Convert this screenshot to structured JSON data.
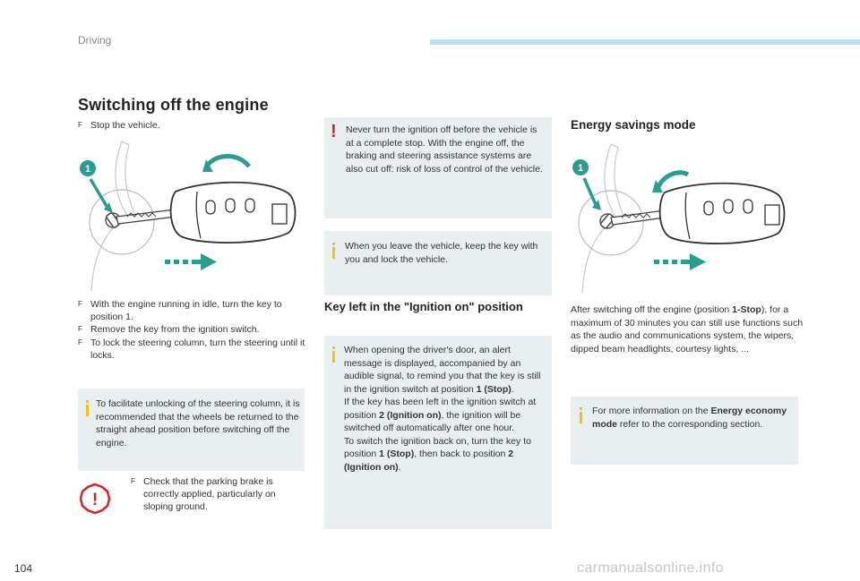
{
  "header": {
    "section": "Driving"
  },
  "title": "Switching off the engine",
  "col1": {
    "bullet_stop": "Stop the vehicle.",
    "bullets": [
      "With the engine running in idle, turn the key to position 1.",
      "Remove the key from the ignition switch.",
      "To lock the steering column, turn the steering until it locks."
    ],
    "note": "To facilitate unlocking of the steering column, it is recommended that the wheels be returned to the straight ahead position before switching off the engine.",
    "parking_brake": "Check that the parking brake is correctly applied, particularly on sloping ground."
  },
  "col2": {
    "warning": "Never turn the ignition off before the vehicle is at a complete stop. With the engine off, the braking and steering assistance systems are also cut off: risk of loss of control of the vehicle.",
    "tip": "When you leave the vehicle, keep the key with you and lock the vehicle.",
    "subtitle": "Key left in the \"Ignition on\" position",
    "info_lines": [
      "When opening the driver's door, an alert message is displayed, accompanied by an audible signal, to remind you that the key is still in the ignition switch at position ",
      "1 (Stop)",
      ".",
      "If the key has been left in the ignition switch at position ",
      "2 (Ignition on)",
      ", the ignition will be switched off automatically after one hour.",
      "To switch the ignition back on, turn the key to position ",
      "1 (Stop)",
      ", then back to position ",
      "2 (Ignition on)",
      "."
    ]
  },
  "col3": {
    "subtitle": "Energy savings mode",
    "body": [
      "After switching off the engine (position ",
      "1-Stop",
      "), for a maximum of 30 minutes you can still use functions such as the audio and communications system, the wipers, dipped beam headlights, courtesy lights, ..."
    ],
    "note": [
      "For more information on the ",
      "Energy economy mode",
      " refer to the corresponding section."
    ]
  },
  "markers": {
    "bullet": "F",
    "warning": "!",
    "callout": "1"
  },
  "colors": {
    "accent_blue": "#bde0f4",
    "note_bg": "#e9eef1",
    "info_yellow": "#f2bf1b",
    "warning_red": "#d7212b",
    "callout_teal": "#2a9d8f"
  },
  "footer": {
    "page": "104",
    "watermark": "carmanualsonline.info"
  }
}
